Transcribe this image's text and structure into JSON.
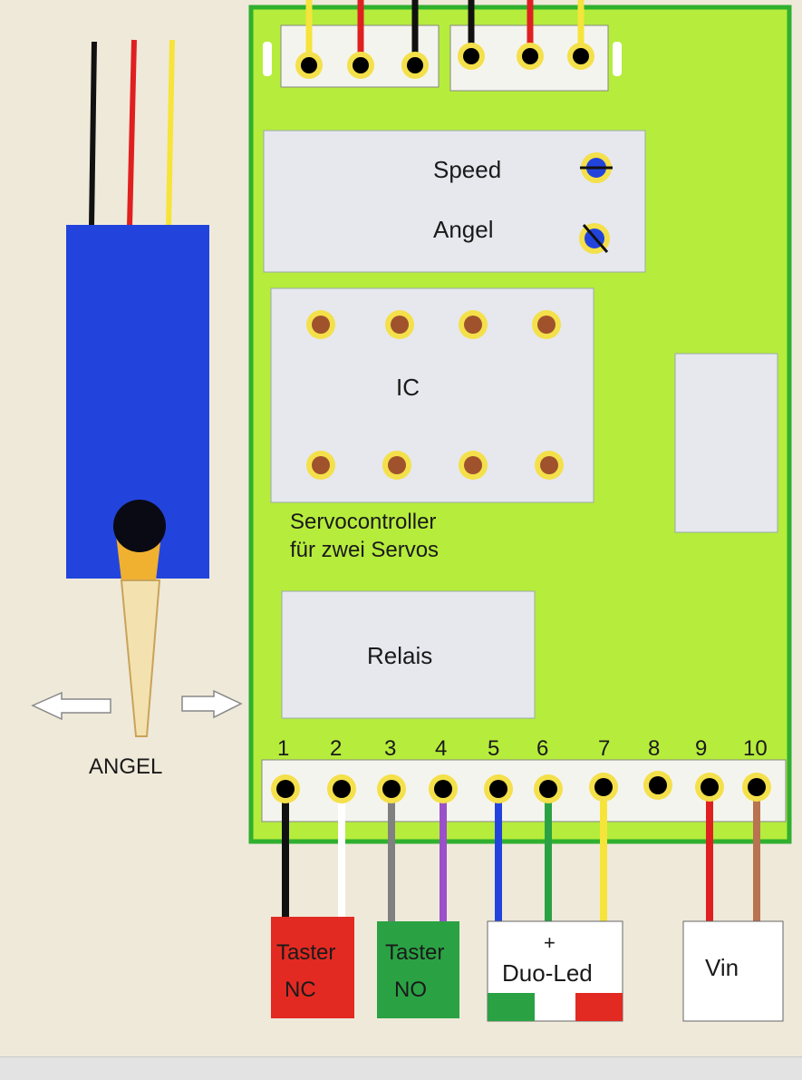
{
  "labels": {
    "speed": "Speed",
    "angel": "Angel",
    "ic": "IC",
    "servocontroller_line1": "Servocontroller",
    "servocontroller_line2": "für zwei Servos",
    "relais": "Relais",
    "servo_name": "ANGEL",
    "taster_nc_line1": "Taster",
    "taster_nc_line2": "NC",
    "taster_no_line1": "Taster",
    "taster_no_line2": "NO",
    "duo_led": "Duo-Led",
    "duo_led_plus": "+",
    "vin": "Vin"
  },
  "terminal_numbers": [
    "1",
    "2",
    "3",
    "4",
    "5",
    "6",
    "7",
    "8",
    "9",
    "10"
  ],
  "colors": {
    "board": "#b6ec3c",
    "board_border": "#2fb02f",
    "servo_body": "#2244dd",
    "pad": "#f4e04a",
    "pad_center": "#000000",
    "ic_pin": "#a0522d",
    "taster_nc": "#e22a22",
    "taster_no": "#2aa244",
    "led_green": "#2aa244",
    "led_red": "#e22a22"
  },
  "wires": {
    "top_left_connector": [
      "yellow",
      "red",
      "black"
    ],
    "top_right_connector": [
      "black",
      "red",
      "yellow"
    ],
    "servo_cable": [
      "black",
      "red",
      "yellow"
    ],
    "bottom_terminals": [
      "black",
      "white",
      "gray",
      "purple",
      "blue",
      "green",
      "yellow",
      "none",
      "red",
      "brown"
    ]
  },
  "icons": [
    "speed-potentiometer-icon",
    "angel-potentiometer-icon",
    "arrow-left-icon",
    "arrow-right-icon"
  ]
}
